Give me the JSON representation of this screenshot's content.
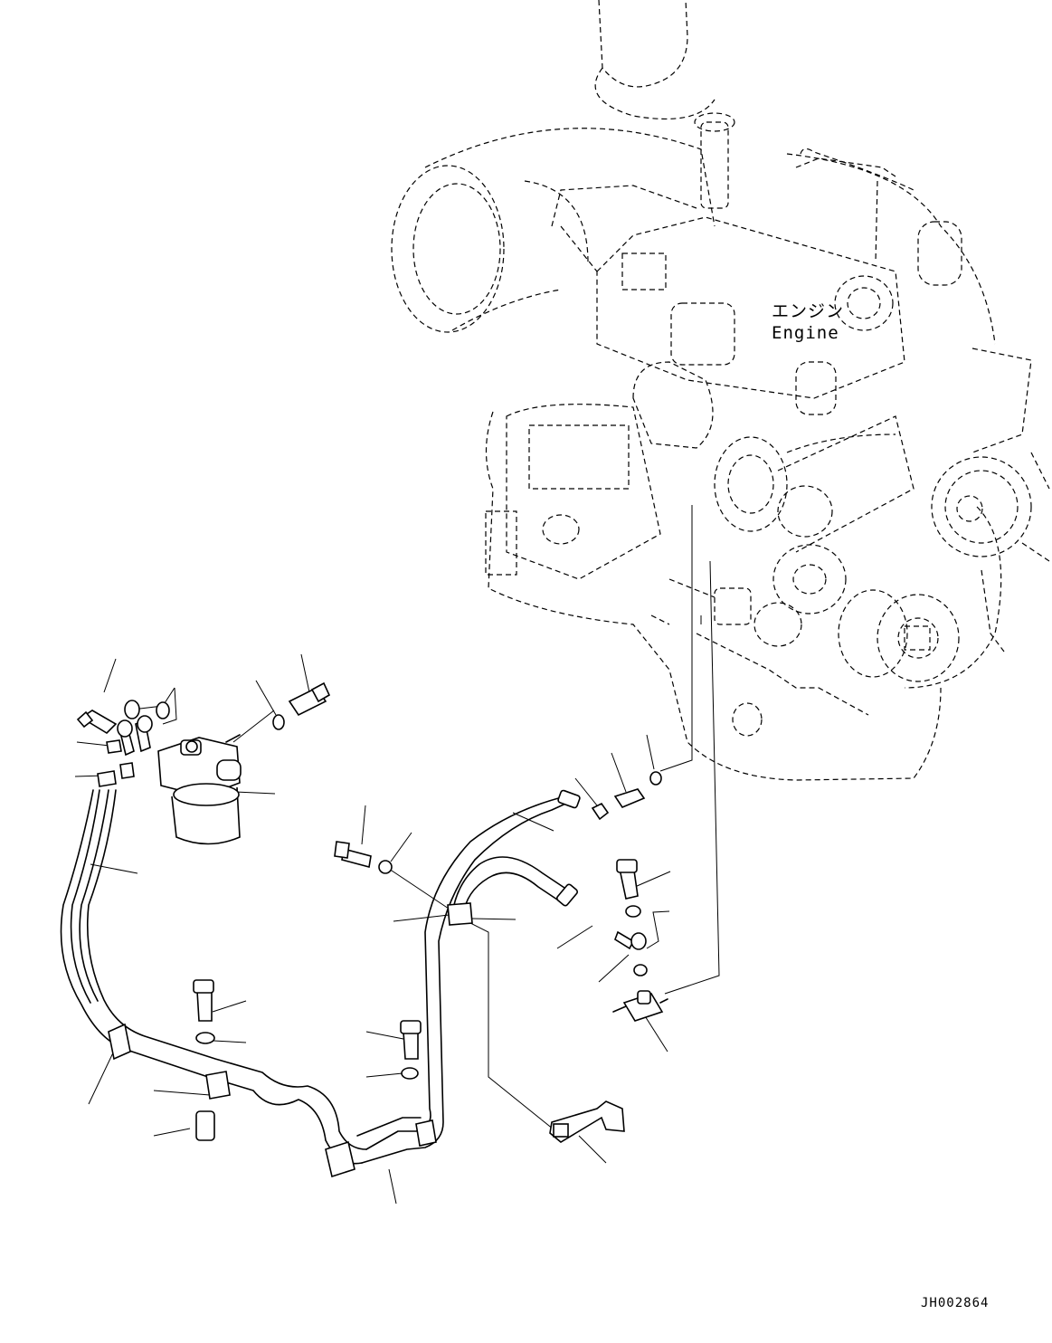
{
  "labels": {
    "engine_jp": "エンジン",
    "engine_en": "Engine",
    "drawing_code": "JH002864"
  },
  "colors": {
    "ink": "#000000",
    "paper": "#ffffff"
  }
}
